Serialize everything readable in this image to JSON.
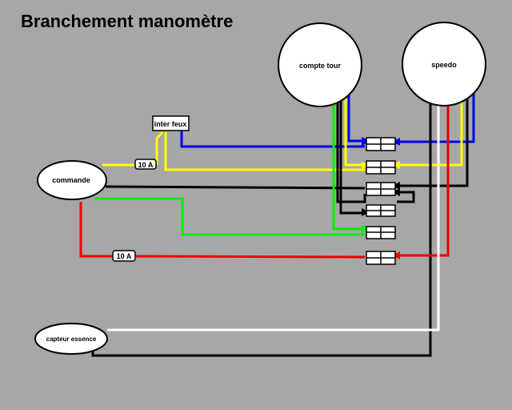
{
  "title": "Branchement manomètre",
  "components": {
    "compte_tour": "compte tour",
    "speedo": "speedo",
    "commande": "commande",
    "inter_feux": "inter feux",
    "capteur_essence": "capteur essence"
  },
  "fuses": {
    "yellow_line_fuse": "10 A",
    "red_line_fuse": "10 A"
  },
  "wire_colors": {
    "blue": "#0000ee",
    "yellow": "#ffff00",
    "black": "#000000",
    "green": "#00ee00",
    "red": "#ee0000",
    "white": "#ffffff"
  },
  "background": "#a7a7a7"
}
